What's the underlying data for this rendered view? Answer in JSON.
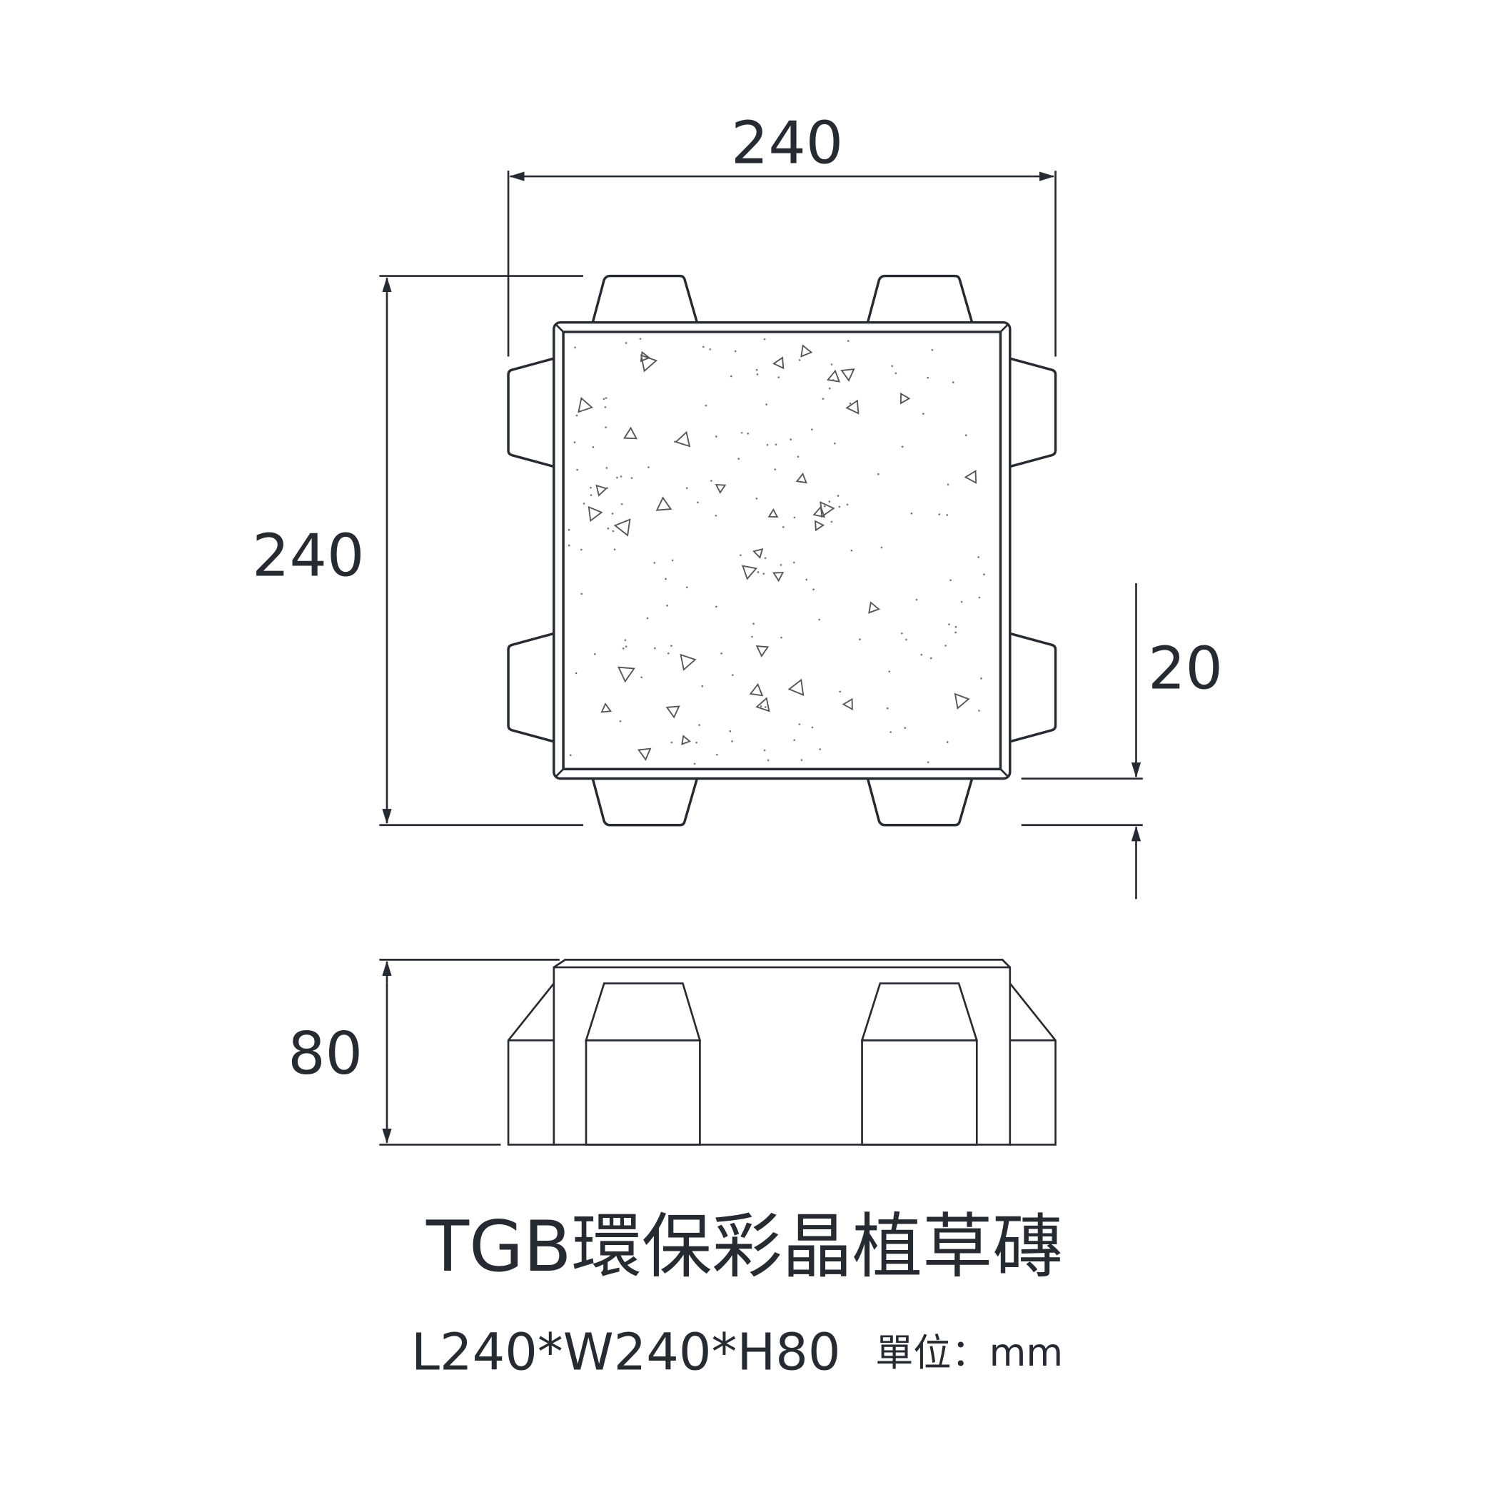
{
  "dimensions": {
    "top_width": "240",
    "left_length": "240",
    "tab_offset": "20",
    "height": "80"
  },
  "title": "TGB環保彩晶植草磚",
  "spec": "L240*W240*H80",
  "unit": "單位：mm",
  "colors": {
    "line": "#262a31",
    "background": "#ffffff"
  }
}
